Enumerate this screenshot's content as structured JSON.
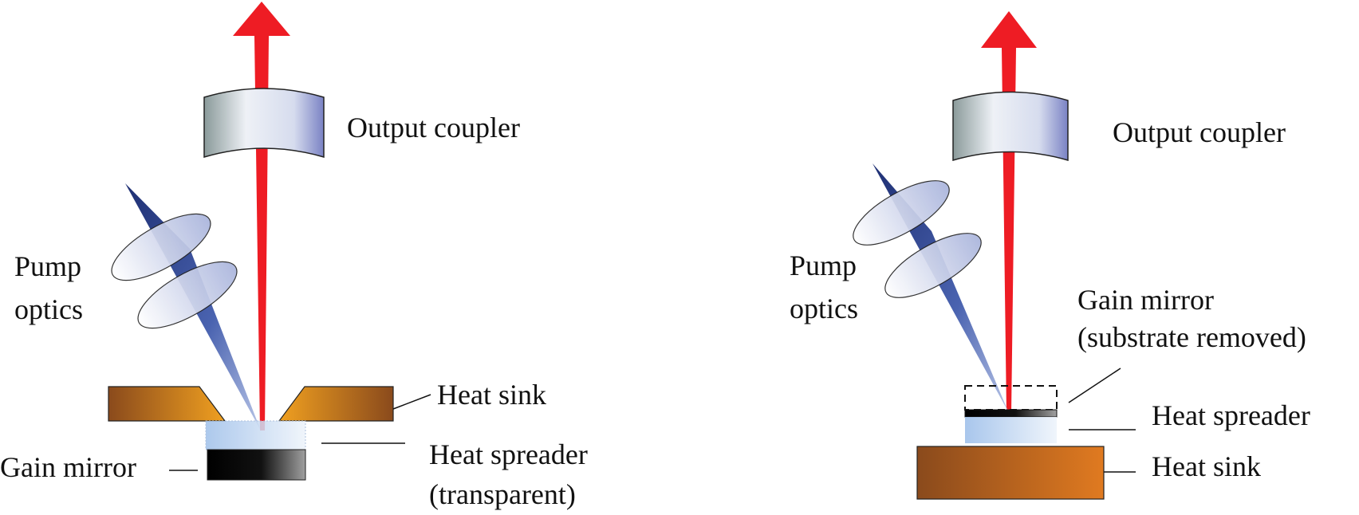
{
  "colors": {
    "laser_beam": "#ee1c24",
    "pump_beam_dark": "#1e2f73",
    "pump_beam_light": "#b9c6e8",
    "heat_sink_dark": "#8a4a1c",
    "heat_sink_light": "#f0a020",
    "heat_sink_right_light": "#e07a20",
    "heat_spreader": "#c6d9f0",
    "gain_mirror_dark": "#000000",
    "gain_mirror_light": "#9a9a9a",
    "lens_fill": "#d8dff0",
    "output_coupler_fill": "#c8d2ea"
  },
  "left_panel": {
    "output_coupler_label": "Output coupler",
    "pump_optics_label_line1": "Pump",
    "pump_optics_label_line2": "optics",
    "heat_sink_label": "Heat sink",
    "heat_spreader_label_line1": "Heat spreader",
    "heat_spreader_label_line2": "(transparent)",
    "gain_mirror_label": "Gain mirror"
  },
  "right_panel": {
    "output_coupler_label": "Output coupler",
    "pump_optics_label_line1": "Pump",
    "pump_optics_label_line2": "optics",
    "gain_mirror_label_line1": "Gain mirror",
    "gain_mirror_label_line2": "(substrate removed)",
    "heat_spreader_label": "Heat spreader",
    "heat_sink_label": "Heat sink"
  }
}
